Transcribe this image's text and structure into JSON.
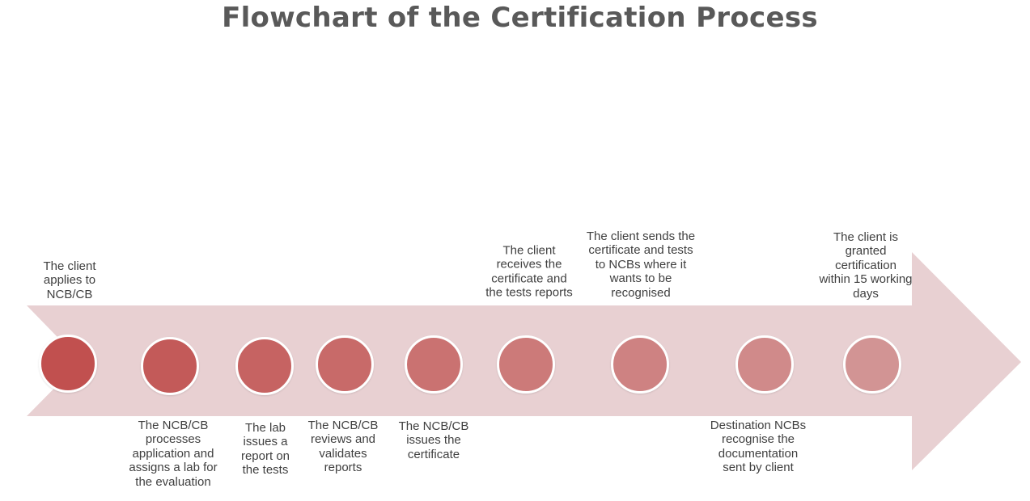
{
  "title": "Flowchart of the Certification Process",
  "colors": {
    "title": "#595959",
    "arrow_body": "#e8d0d2",
    "label_text": "#3f3f3f",
    "node_border": "#ffffff"
  },
  "steps": [
    {
      "label": "The client applies to NCB/CB",
      "position": "above",
      "color": "#c1504f"
    },
    {
      "label": "The NCB/CB processes application and assigns a lab for the evaluation",
      "position": "below",
      "color": "#c35a59"
    },
    {
      "label": "The lab issues a report on the tests",
      "position": "below",
      "color": "#c66362"
    },
    {
      "label": "The NCB/CB reviews and validates reports",
      "position": "below",
      "color": "#c86a69"
    },
    {
      "label": "The NCB/CB issues the certificate",
      "position": "below",
      "color": "#ca7271"
    },
    {
      "label": "The client receives the certificate and the tests reports",
      "position": "above",
      "color": "#cc7a79"
    },
    {
      "label": "The client sends the certificate and tests to NCBs where it wants to be recognised",
      "position": "above",
      "color": "#ce8282"
    },
    {
      "label": "Destination NCBs recognise the documentation sent by client",
      "position": "below",
      "color": "#d08a8a"
    },
    {
      "label": "The client is granted certification within 15 working days",
      "position": "above",
      "color": "#d29494"
    }
  ]
}
